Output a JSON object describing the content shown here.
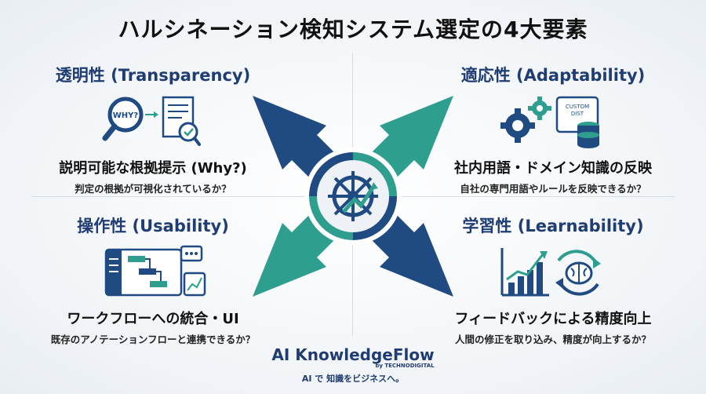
{
  "title": "ハルシネーション検知システム選定の4大要素",
  "quadrants": {
    "tl": {
      "heading": "透明性 (Transparency)",
      "sub": "説明可能な根拠提示 (Why?)",
      "desc": "判定の根拠が可視化されているか？",
      "icon_text": "WHY?"
    },
    "tr": {
      "heading": "適応性 (Adaptability)",
      "sub": "社内用語・ドメイン知識の反映",
      "desc": "自社の専門用語やルールを反映できるか？",
      "icon_text_1": "CUSTOM",
      "icon_text_2": "DIST"
    },
    "bl": {
      "heading": "操作性 (Usability)",
      "sub": "ワークフローへの統合・UI",
      "desc": "既存のアノテーションフローと連携できるか？"
    },
    "br": {
      "heading": "学習性 (Learnability)",
      "sub": "フィードバックによる精度向上",
      "desc": "人間の修正を取り込み、精度が向上するか？"
    }
  },
  "logo": {
    "brand": "AI KnowledgeFlow",
    "by": "by TECHNODIGITAL",
    "tagline": "AI で 知識をビジネスへ。"
  },
  "colors": {
    "navy": "#1f4a82",
    "teal": "#2e9e8f",
    "dark_navy": "#1f3c73"
  }
}
